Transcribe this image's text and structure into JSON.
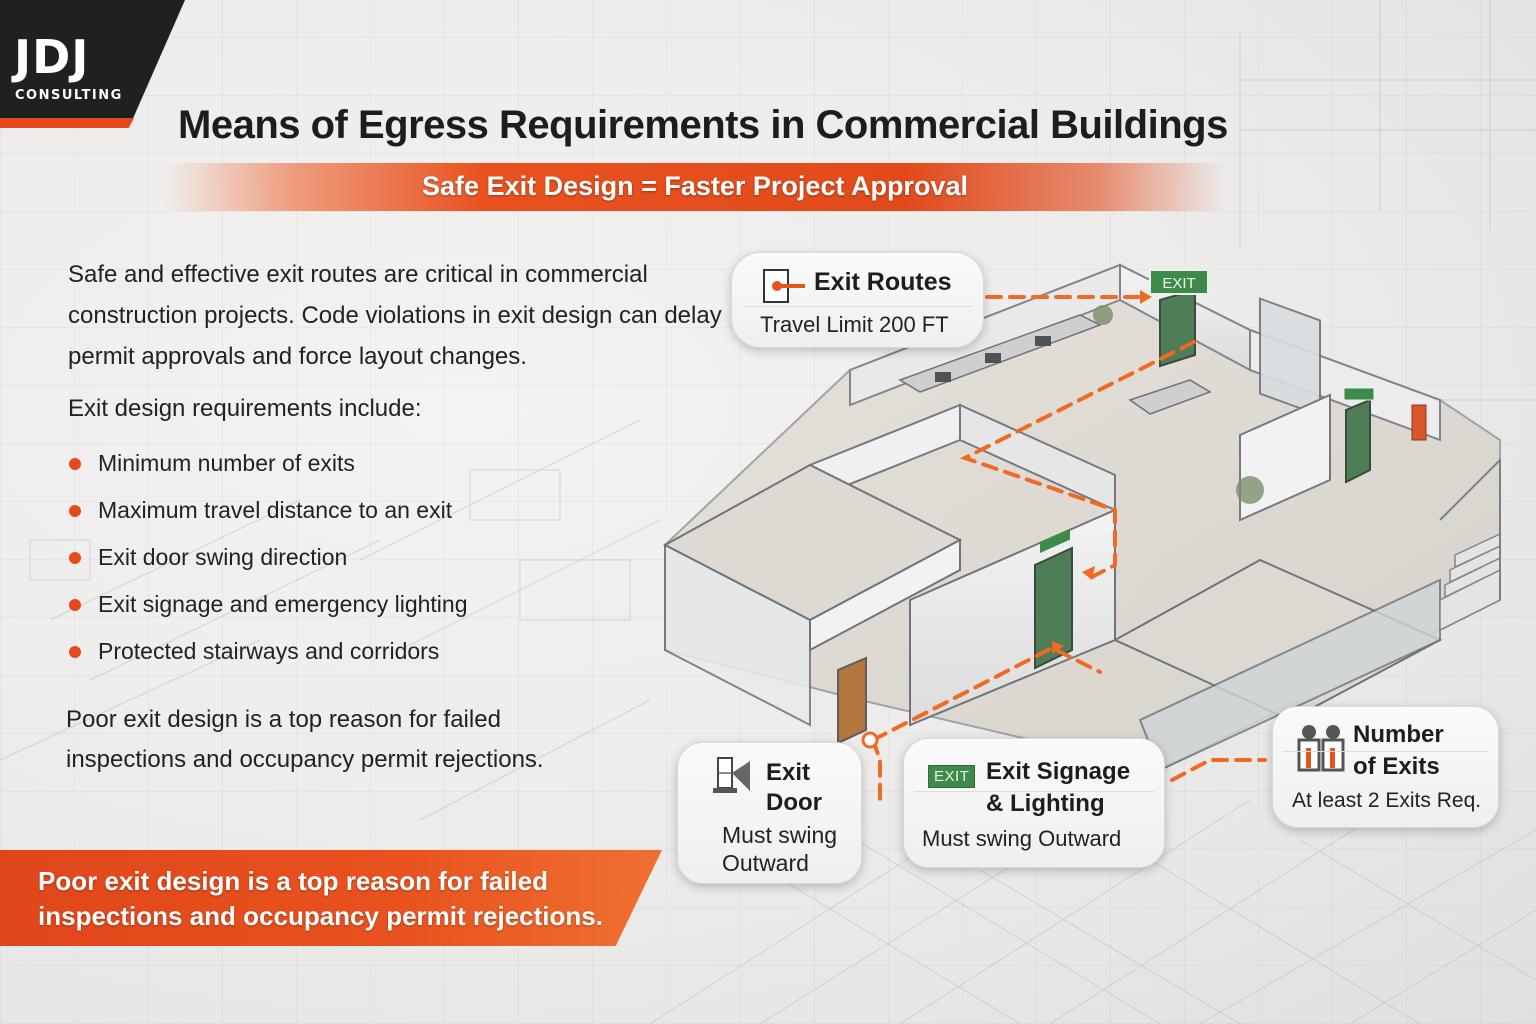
{
  "brand": {
    "name": "JDJ",
    "tagline": "CONSULTING",
    "colors": {
      "dark": "#1f2022",
      "accent": "#e8471c"
    }
  },
  "header": {
    "title": "Means of Egress Requirements in Commercial Buildings",
    "subtitle": "Safe Exit Design = Faster Project Approval"
  },
  "intro": {
    "text": "Safe and effective exit routes are critical in commercial construction projects. Code violations in exit design can delay permit approvals and force layout changes."
  },
  "requirements": {
    "heading": "Exit design requirements include:",
    "items": [
      {
        "label": "Minimum number of exits"
      },
      {
        "label": "Maximum travel distance to an exit"
      },
      {
        "label": "Exit door swing direction"
      },
      {
        "label": "Exit signage and emergency lighting"
      },
      {
        "label": "Protected stairways and corridors"
      }
    ]
  },
  "note": {
    "text": "Poor exit design is a top reason for failed inspections and occupancy permit rejections."
  },
  "callout": {
    "text": "Poor exit design is a top reason for failed inspections and occupancy permit rejections."
  },
  "illustration": {
    "description": "Isometric cutaway of a commercial office floor with dashed orange egress path",
    "exit_signs": [
      "EXIT",
      "EXIT",
      "EXIT",
      "EXIT"
    ],
    "path_color": "#f06a25"
  },
  "cards": {
    "routes": {
      "icon": "exit-route-icon",
      "title": "Exit Routes",
      "subtitle": "Travel Limit 200 FT"
    },
    "door": {
      "icon": "exit-door-icon",
      "title_line1": "Exit",
      "title_line2": "Door",
      "subtitle_line1": "Must swing",
      "subtitle_line2": "Outward"
    },
    "signage": {
      "icon": "exit-sign-icon",
      "icon_text": "EXIT",
      "title_line1": "Exit Signage",
      "title_line2": "& Lighting",
      "subtitle": "Must swing Outward"
    },
    "number": {
      "icon": "number-of-exits-icon",
      "title_line1": "Number",
      "title_line2": "of Exits",
      "subtitle": "At least 2 Exits Req."
    }
  }
}
